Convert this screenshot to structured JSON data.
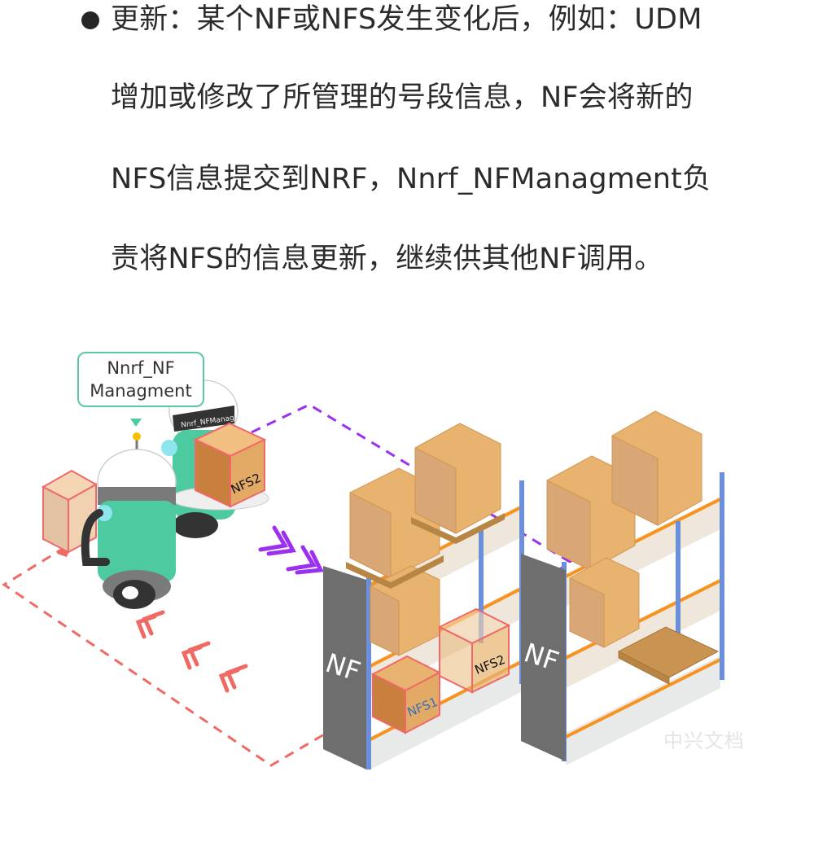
{
  "text": {
    "bullet_icon": "bullet-dot",
    "lines": [
      "更新：某个NF或NFS发生变化后，例如：UDM",
      "增加或修改了所管理的号段信息，NF会将新的",
      "NFS信息提交到NRF，Nnrf_NFManagment负",
      "责将NFS的信息更新，继续供其他NF调用。"
    ]
  },
  "illustration": {
    "callout_label_line1": "Nnrf_NF",
    "callout_label_line2": "Managment",
    "robot_band_label": "Nnrf_NFManagm",
    "robot_box_label": "NFS2",
    "rack1_side_label": "NF",
    "rack2_side_label": "NF",
    "shelf_box1_label": "NFS1",
    "shelf_box2_label": "NFS2",
    "colors": {
      "robot_green": "#4ecaa0",
      "robot_gray": "#7a7a7a",
      "box_tan": "#e8b36e",
      "box_outline": "#f0686a",
      "shelf_orange": "#f7931e",
      "rack_post_blue": "#6b8fd8",
      "rack_side_gray": "#6e6e6e",
      "path_red": "#f06a64",
      "path_purple": "#9b30f0",
      "callout_border": "#5ac9a2"
    }
  },
  "watermark": "中兴文档"
}
